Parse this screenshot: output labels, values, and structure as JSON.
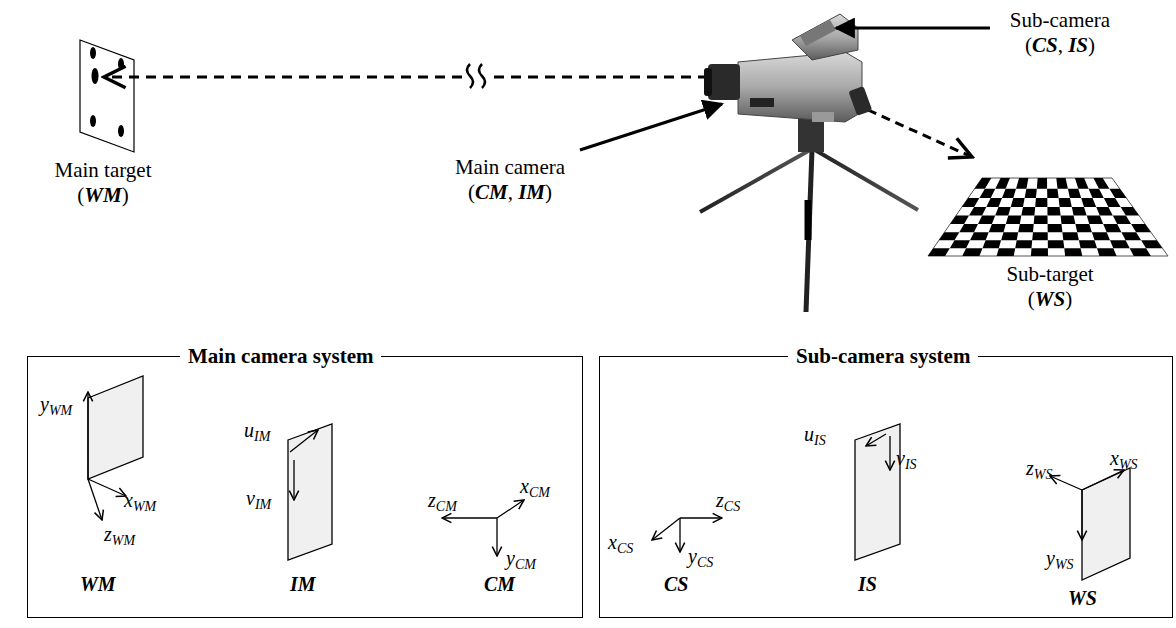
{
  "diagram": {
    "nodes": [
      {
        "text": [
          "Main target (WM)"
        ]
      },
      {
        "text": [
          "Sub-target (WS)"
        ]
      },
      {
        "text": [
          "Main camera system"
        ]
      },
      {
        "text": [
          "Sub-camera system"
        ]
      }
    ],
    "labels": [
      "Main camera (CM, IM)",
      "Sub-camera (CS, IS)",
      "yWM",
      "xWM",
      "zWM",
      "WM",
      "uIM",
      "vIM",
      "IM",
      "zCM",
      "xCM",
      "yCM",
      "CM",
      "xCS",
      "zCS",
      "yCS",
      "CS",
      "uIS",
      "vIS",
      "IS",
      "zWS",
      "xWS",
      "yWS",
      "WS"
    ]
  }
}
